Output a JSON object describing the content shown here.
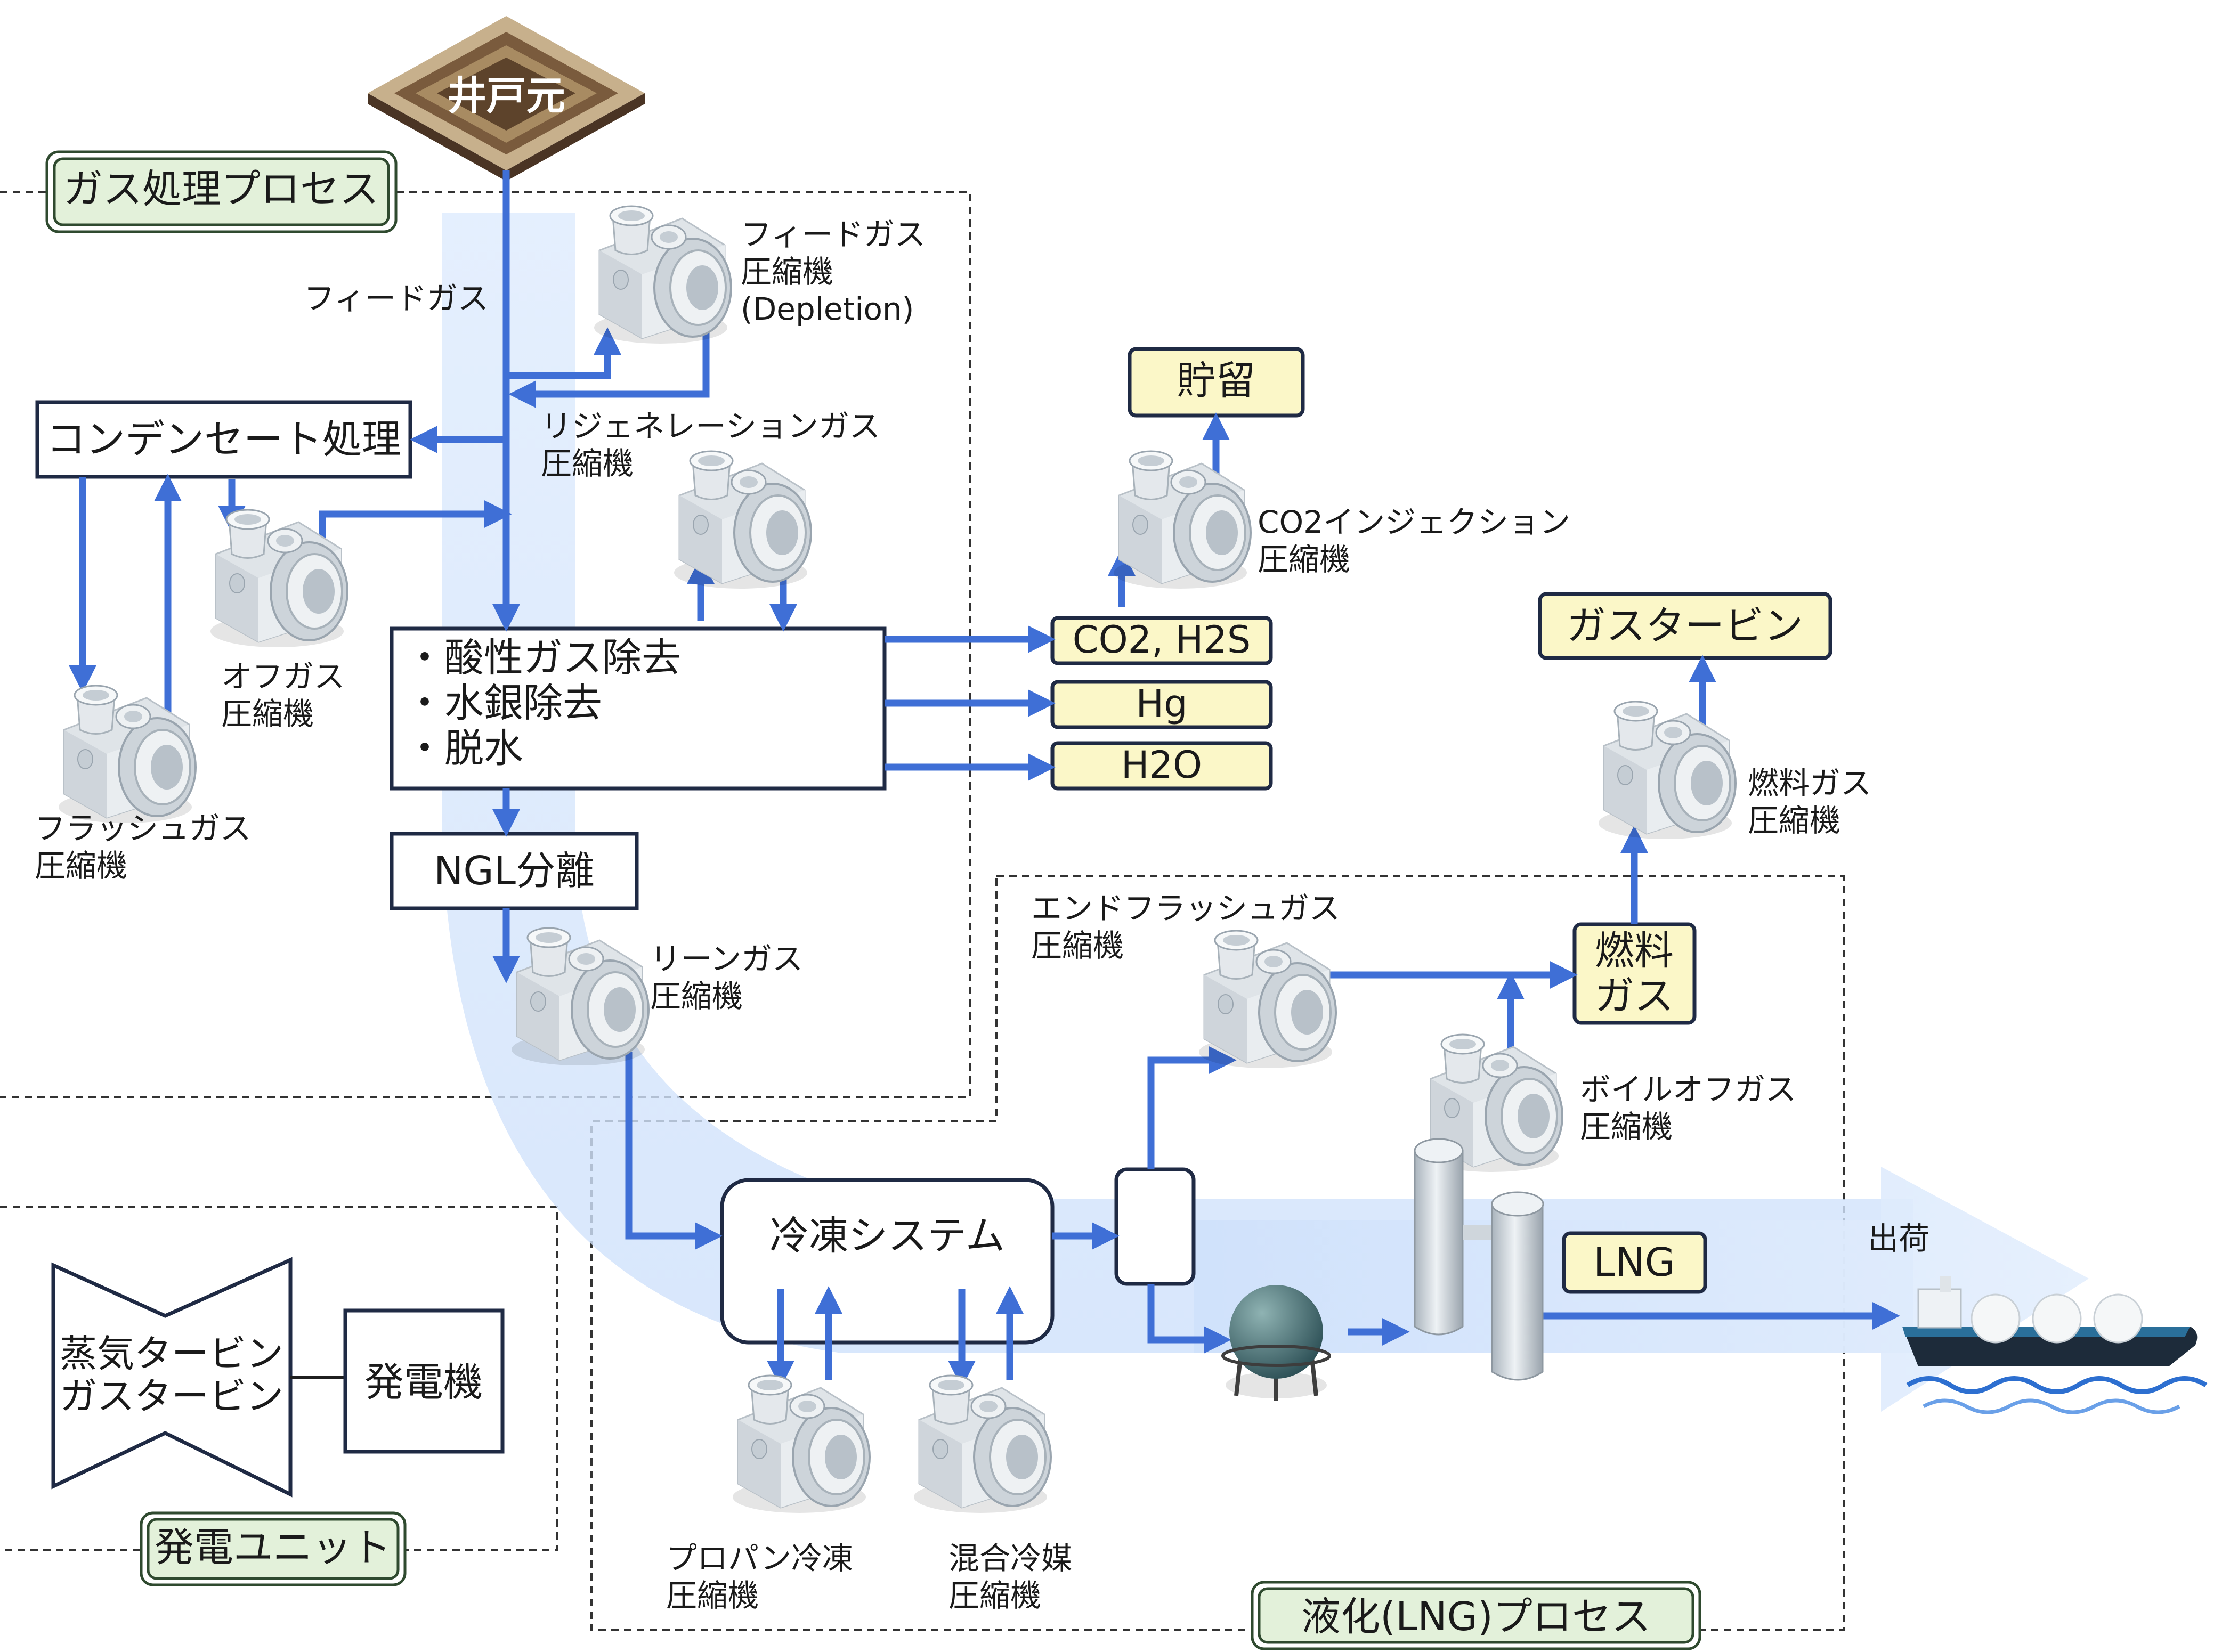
{
  "wellhead": {
    "label": "井戸元"
  },
  "sections": {
    "gas_processing": "ガス処理プロセス",
    "liquefaction": "液化(LNG)プロセス",
    "power_unit": "発電ユニット"
  },
  "flow_labels": {
    "feed_gas": "フィードガス",
    "shipping": "出荷"
  },
  "boxes": {
    "condensate": "コンデンセート処理",
    "treatment_lines": [
      "・酸性ガス除去",
      "・水銀除去",
      "・脱水"
    ],
    "ngl": "NGL分離",
    "refrigeration": "冷凍システム",
    "generator": "発電機",
    "turbine_lines": [
      "蒸気タービン",
      "ガスタービン"
    ]
  },
  "products": {
    "storage": "貯留",
    "co2_h2s": "CO2, H2S",
    "hg": "Hg",
    "h2o": "H2O",
    "gas_turbine": "ガスタービン",
    "fuel_gas_lines": [
      "燃料",
      "ガス"
    ],
    "lng": "LNG"
  },
  "compressors": {
    "feed_depletion": [
      "フィードガス",
      "圧縮機",
      "(Depletion)"
    ],
    "regeneration": [
      "リジェネレーションガス",
      "圧縮機"
    ],
    "co2_injection": [
      "CO2インジェクション",
      "圧縮機"
    ],
    "off_gas": [
      "オフガス",
      "圧縮機"
    ],
    "flash_gas": [
      "フラッシュガス",
      "圧縮機"
    ],
    "lean_gas": [
      "リーンガス",
      "圧縮機"
    ],
    "fuel_gas": [
      "燃料ガス",
      "圧縮機"
    ],
    "end_flash": [
      "エンドフラッシュガス",
      "圧縮機"
    ],
    "boil_off": [
      "ボイルオフガス",
      "圧縮機"
    ],
    "propane": [
      "プロパン冷凍",
      "圧縮機"
    ],
    "mixed_refrigerant": [
      "混合冷媒",
      "圧縮機"
    ]
  },
  "colors": {
    "flow_arrow": "#3f6fd6",
    "process_band": "#cfe1fb",
    "product_box": "#fbf7c8",
    "section_tag": "#e3f1da",
    "compressor_body": "#e6eaee"
  },
  "icons": [
    "compressor-icon",
    "wellhead-icon",
    "separator-icon",
    "sphere-tank-icon",
    "column-icon",
    "lng-ship-icon",
    "turbine-icon"
  ]
}
